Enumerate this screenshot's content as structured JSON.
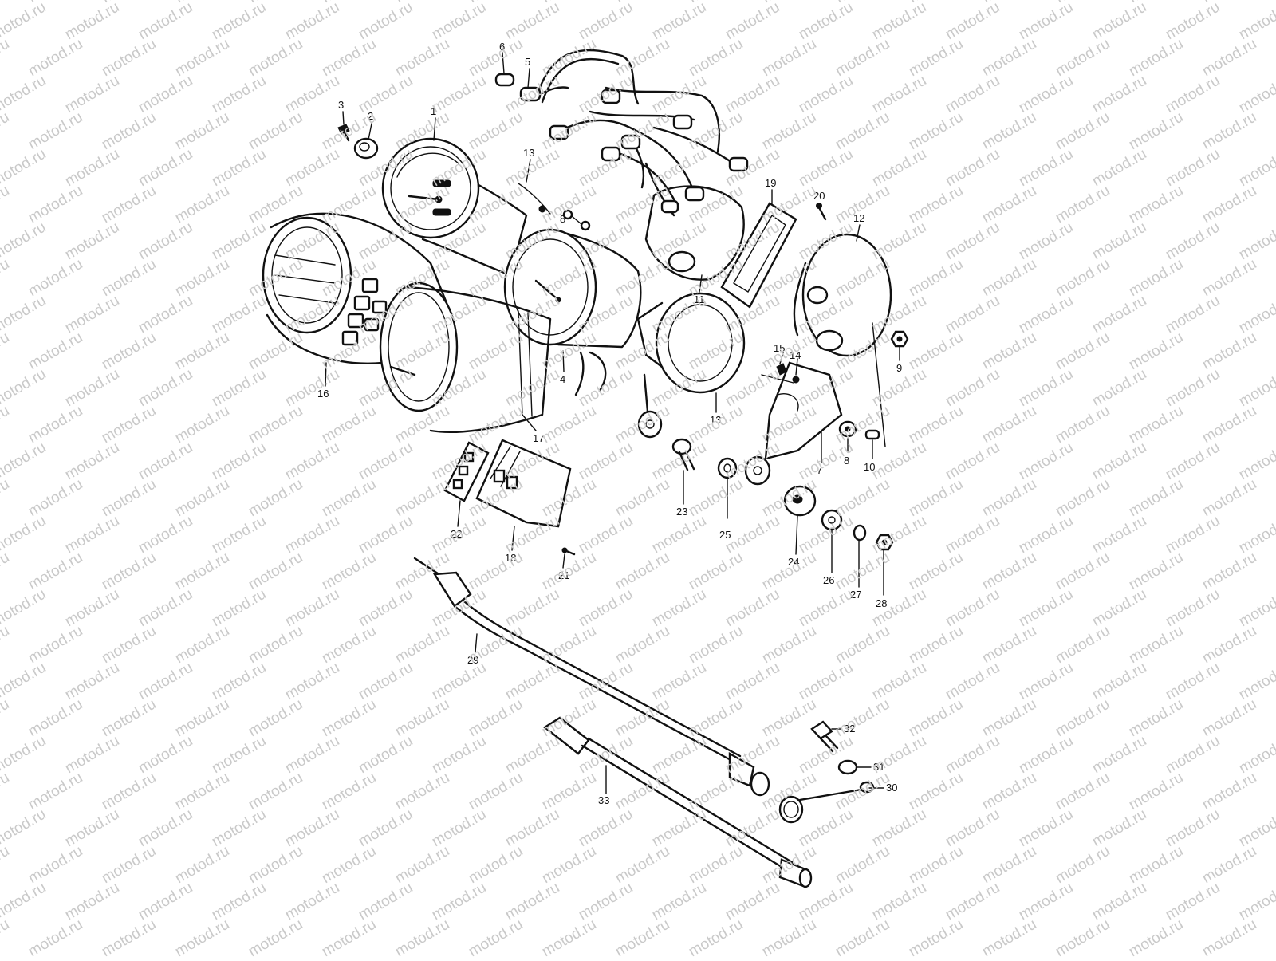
{
  "watermark": "motod.ru",
  "callouts": [
    {
      "id": "1",
      "label": "1"
    },
    {
      "id": "2",
      "label": "2"
    },
    {
      "id": "3",
      "label": "3"
    },
    {
      "id": "4",
      "label": "4"
    },
    {
      "id": "5",
      "label": "5"
    },
    {
      "id": "6",
      "label": "6"
    },
    {
      "id": "7",
      "label": "7"
    },
    {
      "id": "8a",
      "label": "8"
    },
    {
      "id": "8b",
      "label": "8"
    },
    {
      "id": "9",
      "label": "9"
    },
    {
      "id": "10",
      "label": "10"
    },
    {
      "id": "11",
      "label": "11"
    },
    {
      "id": "12",
      "label": "12"
    },
    {
      "id": "13a",
      "label": "13"
    },
    {
      "id": "13b",
      "label": "13"
    },
    {
      "id": "14",
      "label": "14"
    },
    {
      "id": "15",
      "label": "15"
    },
    {
      "id": "16",
      "label": "16"
    },
    {
      "id": "17",
      "label": "17"
    },
    {
      "id": "18",
      "label": "18"
    },
    {
      "id": "19",
      "label": "19"
    },
    {
      "id": "20",
      "label": "20"
    },
    {
      "id": "21",
      "label": "21"
    },
    {
      "id": "22",
      "label": "22"
    },
    {
      "id": "23",
      "label": "23"
    },
    {
      "id": "24",
      "label": "24"
    },
    {
      "id": "25",
      "label": "25"
    },
    {
      "id": "26",
      "label": "26"
    },
    {
      "id": "27",
      "label": "27"
    },
    {
      "id": "28",
      "label": "28"
    },
    {
      "id": "29",
      "label": "29"
    },
    {
      "id": "30",
      "label": "30"
    },
    {
      "id": "31",
      "label": "31"
    },
    {
      "id": "32",
      "label": "32"
    },
    {
      "id": "33",
      "label": "33"
    }
  ]
}
